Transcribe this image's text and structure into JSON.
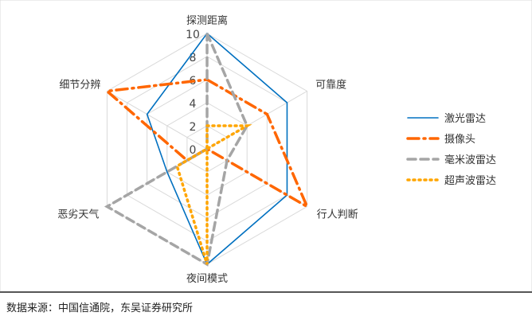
{
  "chart_data": {
    "type": "radar",
    "axes": [
      "探测距离",
      "可靠度",
      "行人判断",
      "夜间模式",
      "恶劣天气",
      "细节分辨"
    ],
    "rlim": [
      0,
      10
    ],
    "ticks": [
      0,
      2,
      4,
      6,
      8,
      10
    ],
    "series": [
      {
        "name": "激光雷达",
        "values": [
          10,
          8,
          8,
          10,
          4,
          6
        ],
        "color": "#0070C0",
        "style": "solid"
      },
      {
        "name": "摄像头",
        "values": [
          6,
          6,
          10,
          0,
          2,
          10
        ],
        "color": "#FF6600",
        "style": "dashdot"
      },
      {
        "name": "毫米波雷达",
        "values": [
          10,
          4,
          2,
          10,
          10,
          0
        ],
        "color": "#A5A5A5",
        "style": "dashed"
      },
      {
        "name": "超声波雷达",
        "values": [
          2,
          4,
          0,
          10,
          3,
          0
        ],
        "color": "#FFA500",
        "style": "dotted"
      }
    ],
    "legend": "right"
  },
  "source": "数据来源：中国信通院，东吴证券研究所"
}
